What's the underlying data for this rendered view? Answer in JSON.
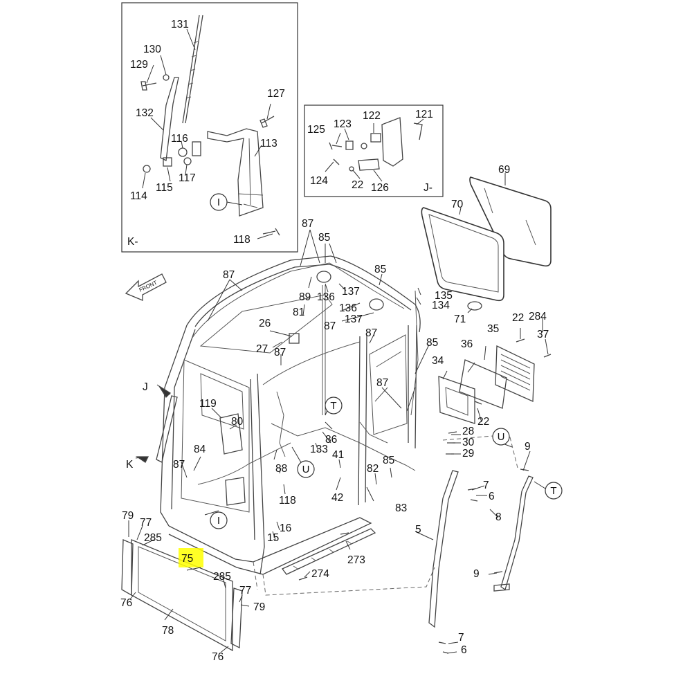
{
  "inset_k": {
    "tag": "K-",
    "labels": [
      "131",
      "130",
      "129",
      "132",
      "116",
      "127",
      "113",
      "114",
      "115",
      "117",
      "118"
    ],
    "callout": "I"
  },
  "inset_j": {
    "tag": "J-",
    "labels": [
      "125",
      "123",
      "122",
      "121",
      "124",
      "22",
      "126"
    ]
  },
  "front_arrow": "FRONT",
  "view_markers": {
    "j": "J",
    "k": "K"
  },
  "callouts": [
    "T",
    "U",
    "U",
    "I",
    "T"
  ],
  "highlight": {
    "part": "75",
    "color": "#ffff00"
  },
  "part_labels": [
    "87",
    "85",
    "87",
    "85",
    "89",
    "136",
    "137",
    "135",
    "134",
    "136",
    "81",
    "137",
    "26",
    "87",
    "87",
    "69",
    "70",
    "71",
    "27",
    "87",
    "85",
    "36",
    "35",
    "22",
    "284",
    "37",
    "34",
    "119",
    "80",
    "87",
    "22",
    "86",
    "28",
    "30",
    "29",
    "133",
    "41",
    "84",
    "87",
    "85",
    "82",
    "88",
    "42",
    "118",
    "83",
    "9",
    "7",
    "6",
    "8",
    "16",
    "15",
    "273",
    "79",
    "77",
    "285",
    "5",
    "274",
    "285",
    "77",
    "79",
    "76",
    "78",
    "76",
    "9",
    "7",
    "6"
  ]
}
